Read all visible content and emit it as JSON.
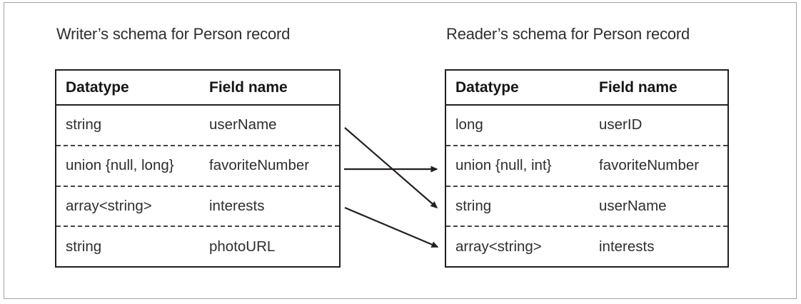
{
  "figure": {
    "background": "#ffffff",
    "line_color": "#231f20",
    "frame_color": "#a3a3a3",
    "writer": {
      "title": "Writer’s schema for Person record",
      "headers": {
        "datatype": "Datatype",
        "field": "Field name"
      },
      "rows": [
        {
          "datatype": "string",
          "field": "userName"
        },
        {
          "datatype": "union {null, long}",
          "field": "favoriteNumber"
        },
        {
          "datatype": "array<string>",
          "field": "interests"
        },
        {
          "datatype": "string",
          "field": "photoURL"
        }
      ]
    },
    "reader": {
      "title": "Reader’s schema for Person record",
      "headers": {
        "datatype": "Datatype",
        "field": "Field name"
      },
      "rows": [
        {
          "datatype": "long",
          "field": "userID"
        },
        {
          "datatype": "union {null, int}",
          "field": "favoriteNumber"
        },
        {
          "datatype": "string",
          "field": "userName"
        },
        {
          "datatype": "array<string>",
          "field": "interests"
        }
      ]
    },
    "arrows": [
      {
        "from": "writer.userName",
        "to": "reader.userName"
      },
      {
        "from": "writer.favoriteNumber",
        "to": "reader.favoriteNumber"
      },
      {
        "from": "writer.interests",
        "to": "reader.interests"
      }
    ]
  }
}
